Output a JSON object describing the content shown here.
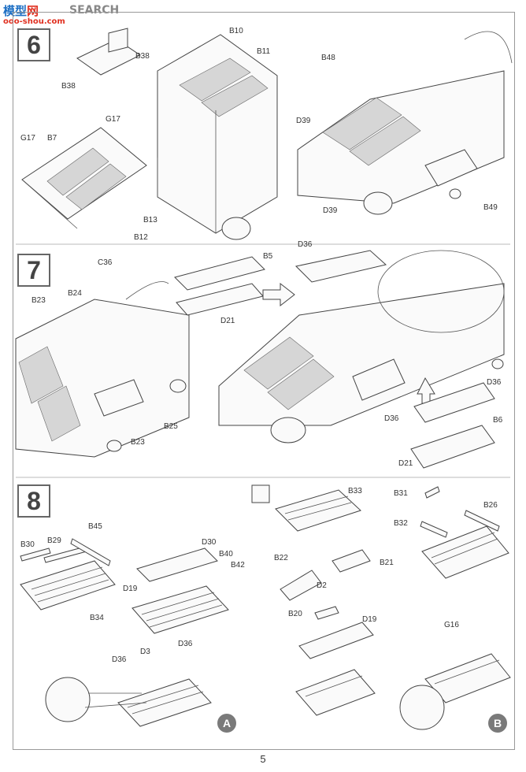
{
  "watermark": {
    "logo_left": "模型",
    "logo_right": "网",
    "search": "SEARCH",
    "url": "ooo-shou.com"
  },
  "steps": [
    "6",
    "7",
    "8"
  ],
  "callouts": [
    "A",
    "B"
  ],
  "page_number": "5",
  "labels": {
    "s6": [
      "B10",
      "B38",
      "B11",
      "B38",
      "B48",
      "G17",
      "D39",
      "G17",
      "B7",
      "B13",
      "B12",
      "D39",
      "B49"
    ],
    "s7": [
      "B5",
      "D36",
      "C36",
      "B24",
      "B23",
      "D21",
      "D36",
      "B25",
      "B23",
      "D36",
      "B6",
      "D21"
    ],
    "s8": [
      "B33",
      "B31",
      "B26",
      "B45",
      "B32",
      "B30",
      "B29",
      "D30",
      "B40",
      "B42",
      "B22",
      "B21",
      "D19",
      "B34",
      "D2",
      "B20",
      "D19",
      "G16",
      "D36",
      "D3",
      "D36"
    ]
  },
  "colors": {
    "ink": "#555555",
    "mesh": "#d6d6d6",
    "badge": "#7a7a7a"
  }
}
